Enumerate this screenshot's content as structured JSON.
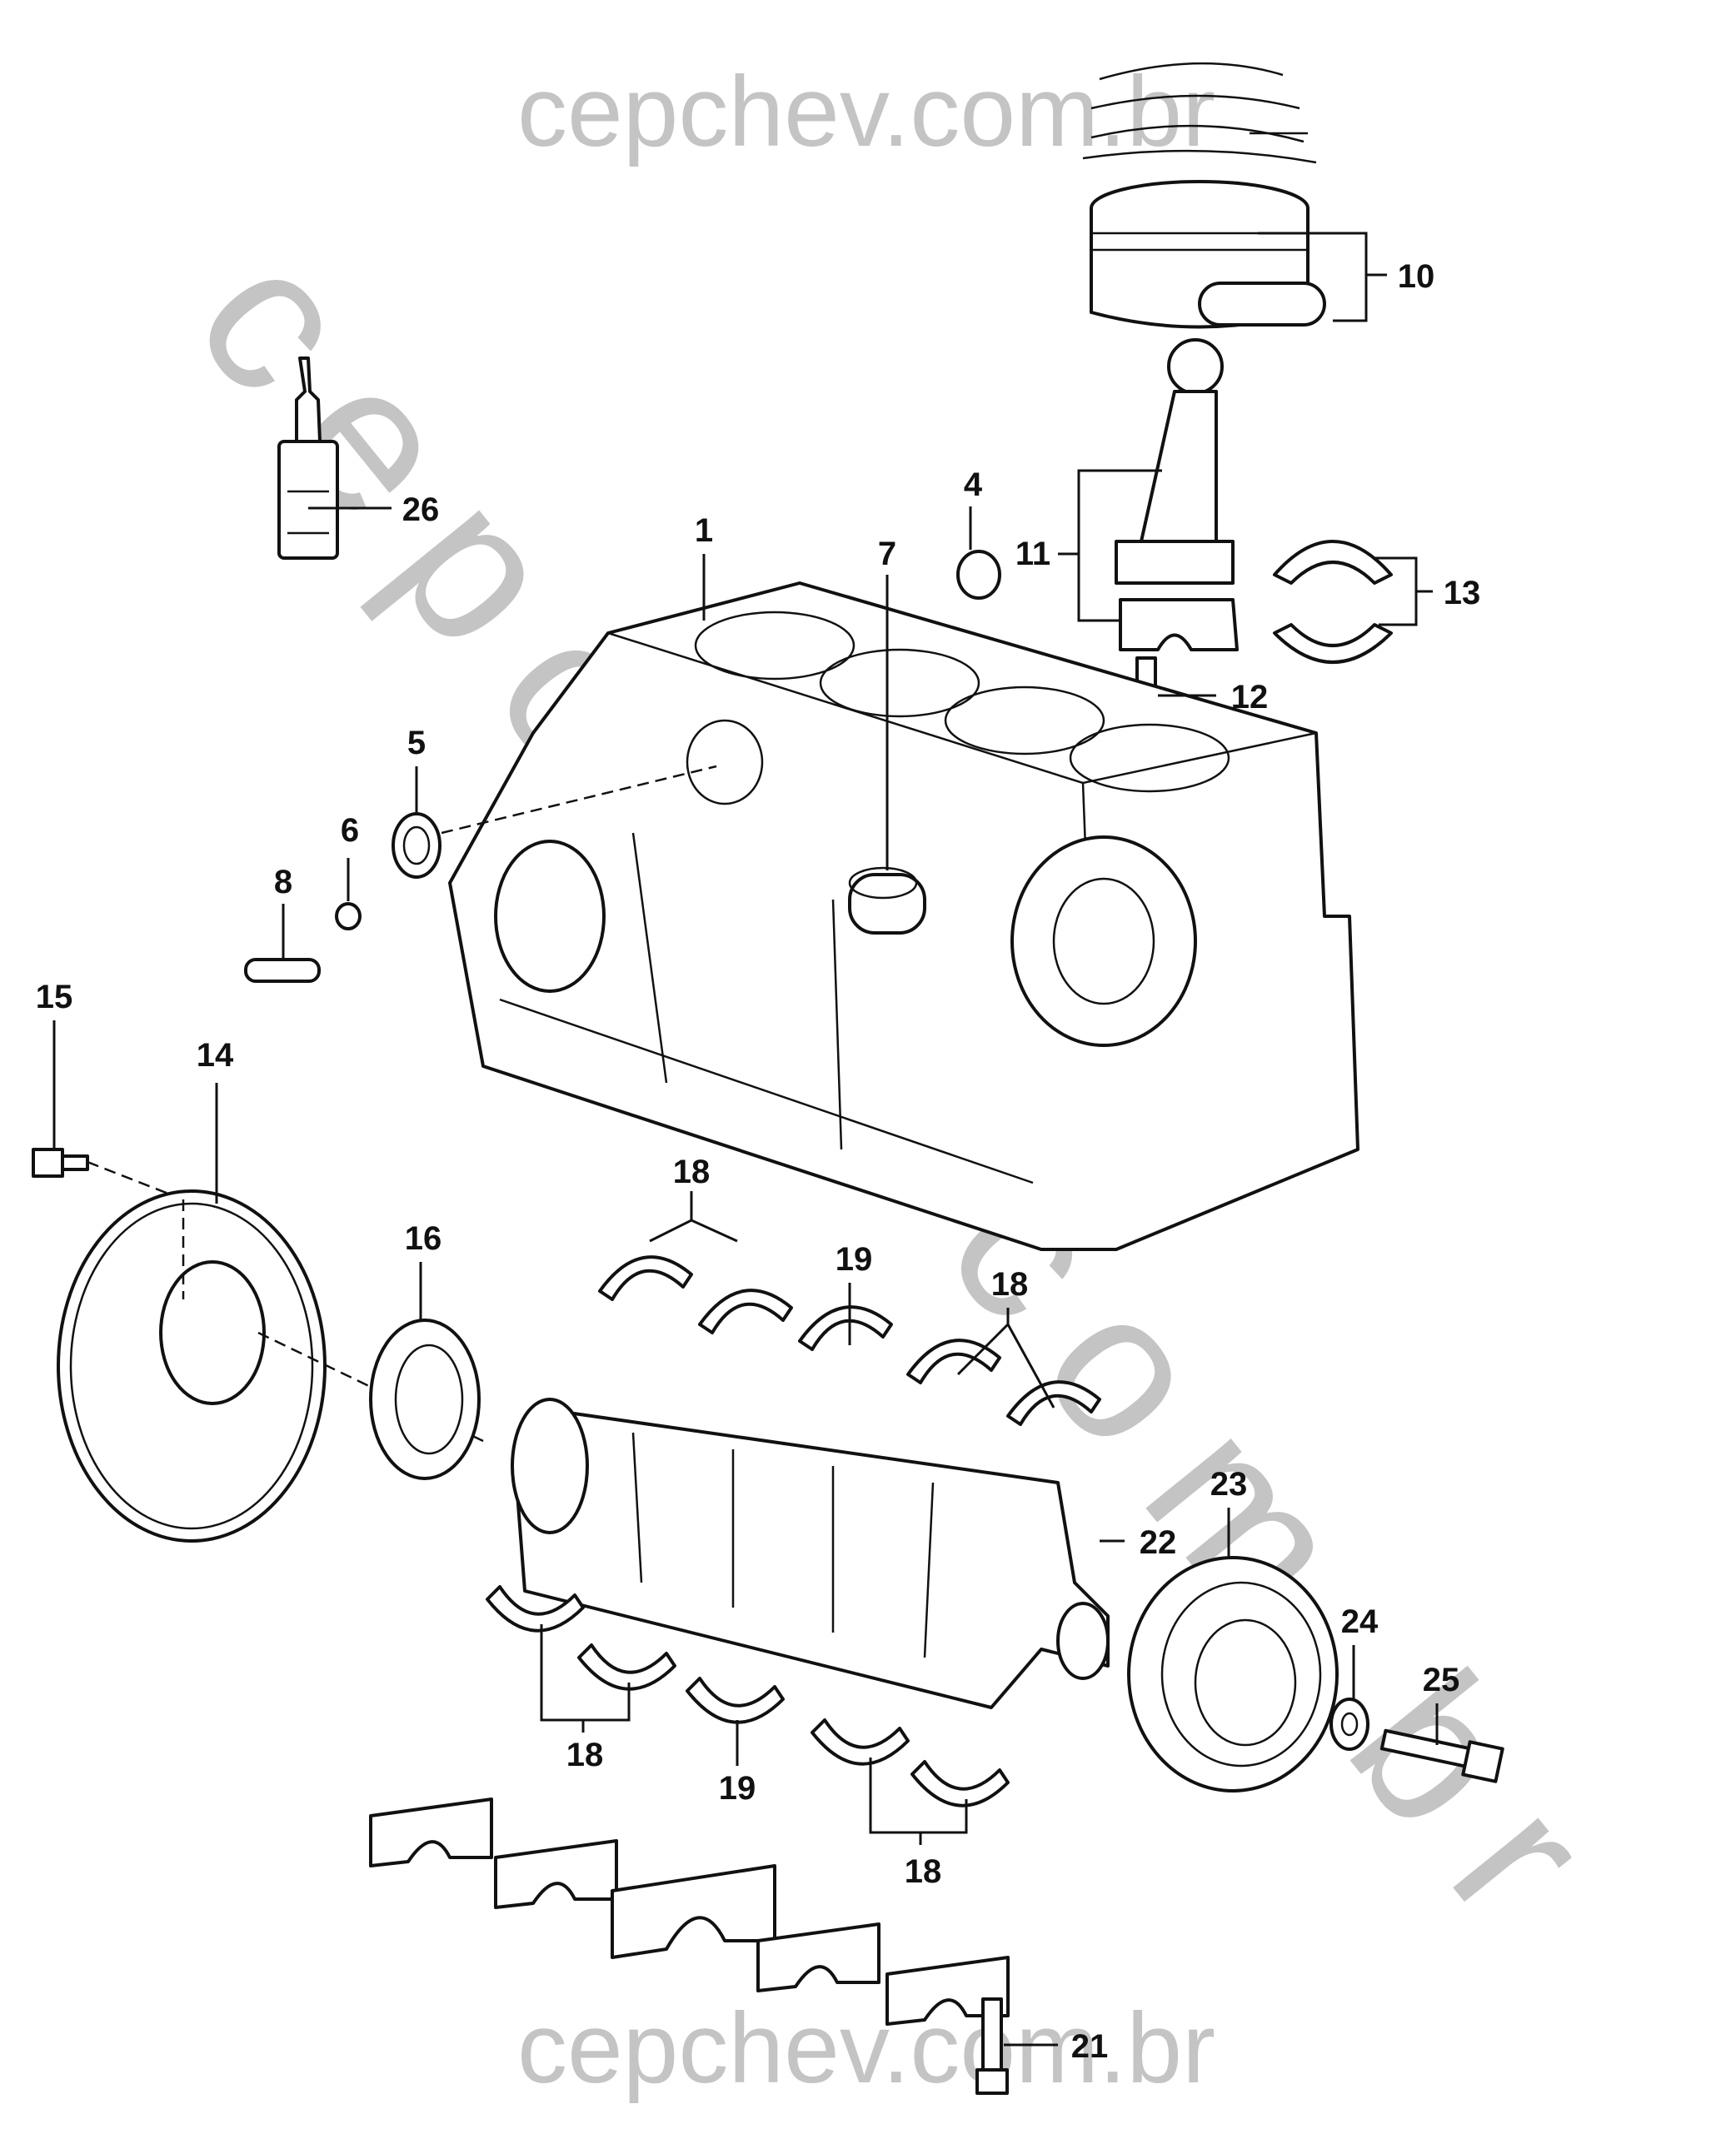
{
  "watermark": {
    "top": "cepchev.com.br",
    "bottom": "cepchev.com.br",
    "diagonal": "cepchev.com.br"
  },
  "callouts": {
    "c1": "1",
    "c4": "4",
    "c5": "5",
    "c6": "6",
    "c7": "7",
    "c8": "8",
    "c10": "10",
    "c11": "11",
    "c12": "12",
    "c13": "13",
    "c14": "14",
    "c15": "15",
    "c16": "16",
    "c18a": "18",
    "c18b": "18",
    "c18c": "18",
    "c18d": "18",
    "c19a": "19",
    "c19b": "19",
    "c21": "21",
    "c22": "22",
    "c23": "23",
    "c24": "24",
    "c25": "25",
    "c26": "26"
  }
}
